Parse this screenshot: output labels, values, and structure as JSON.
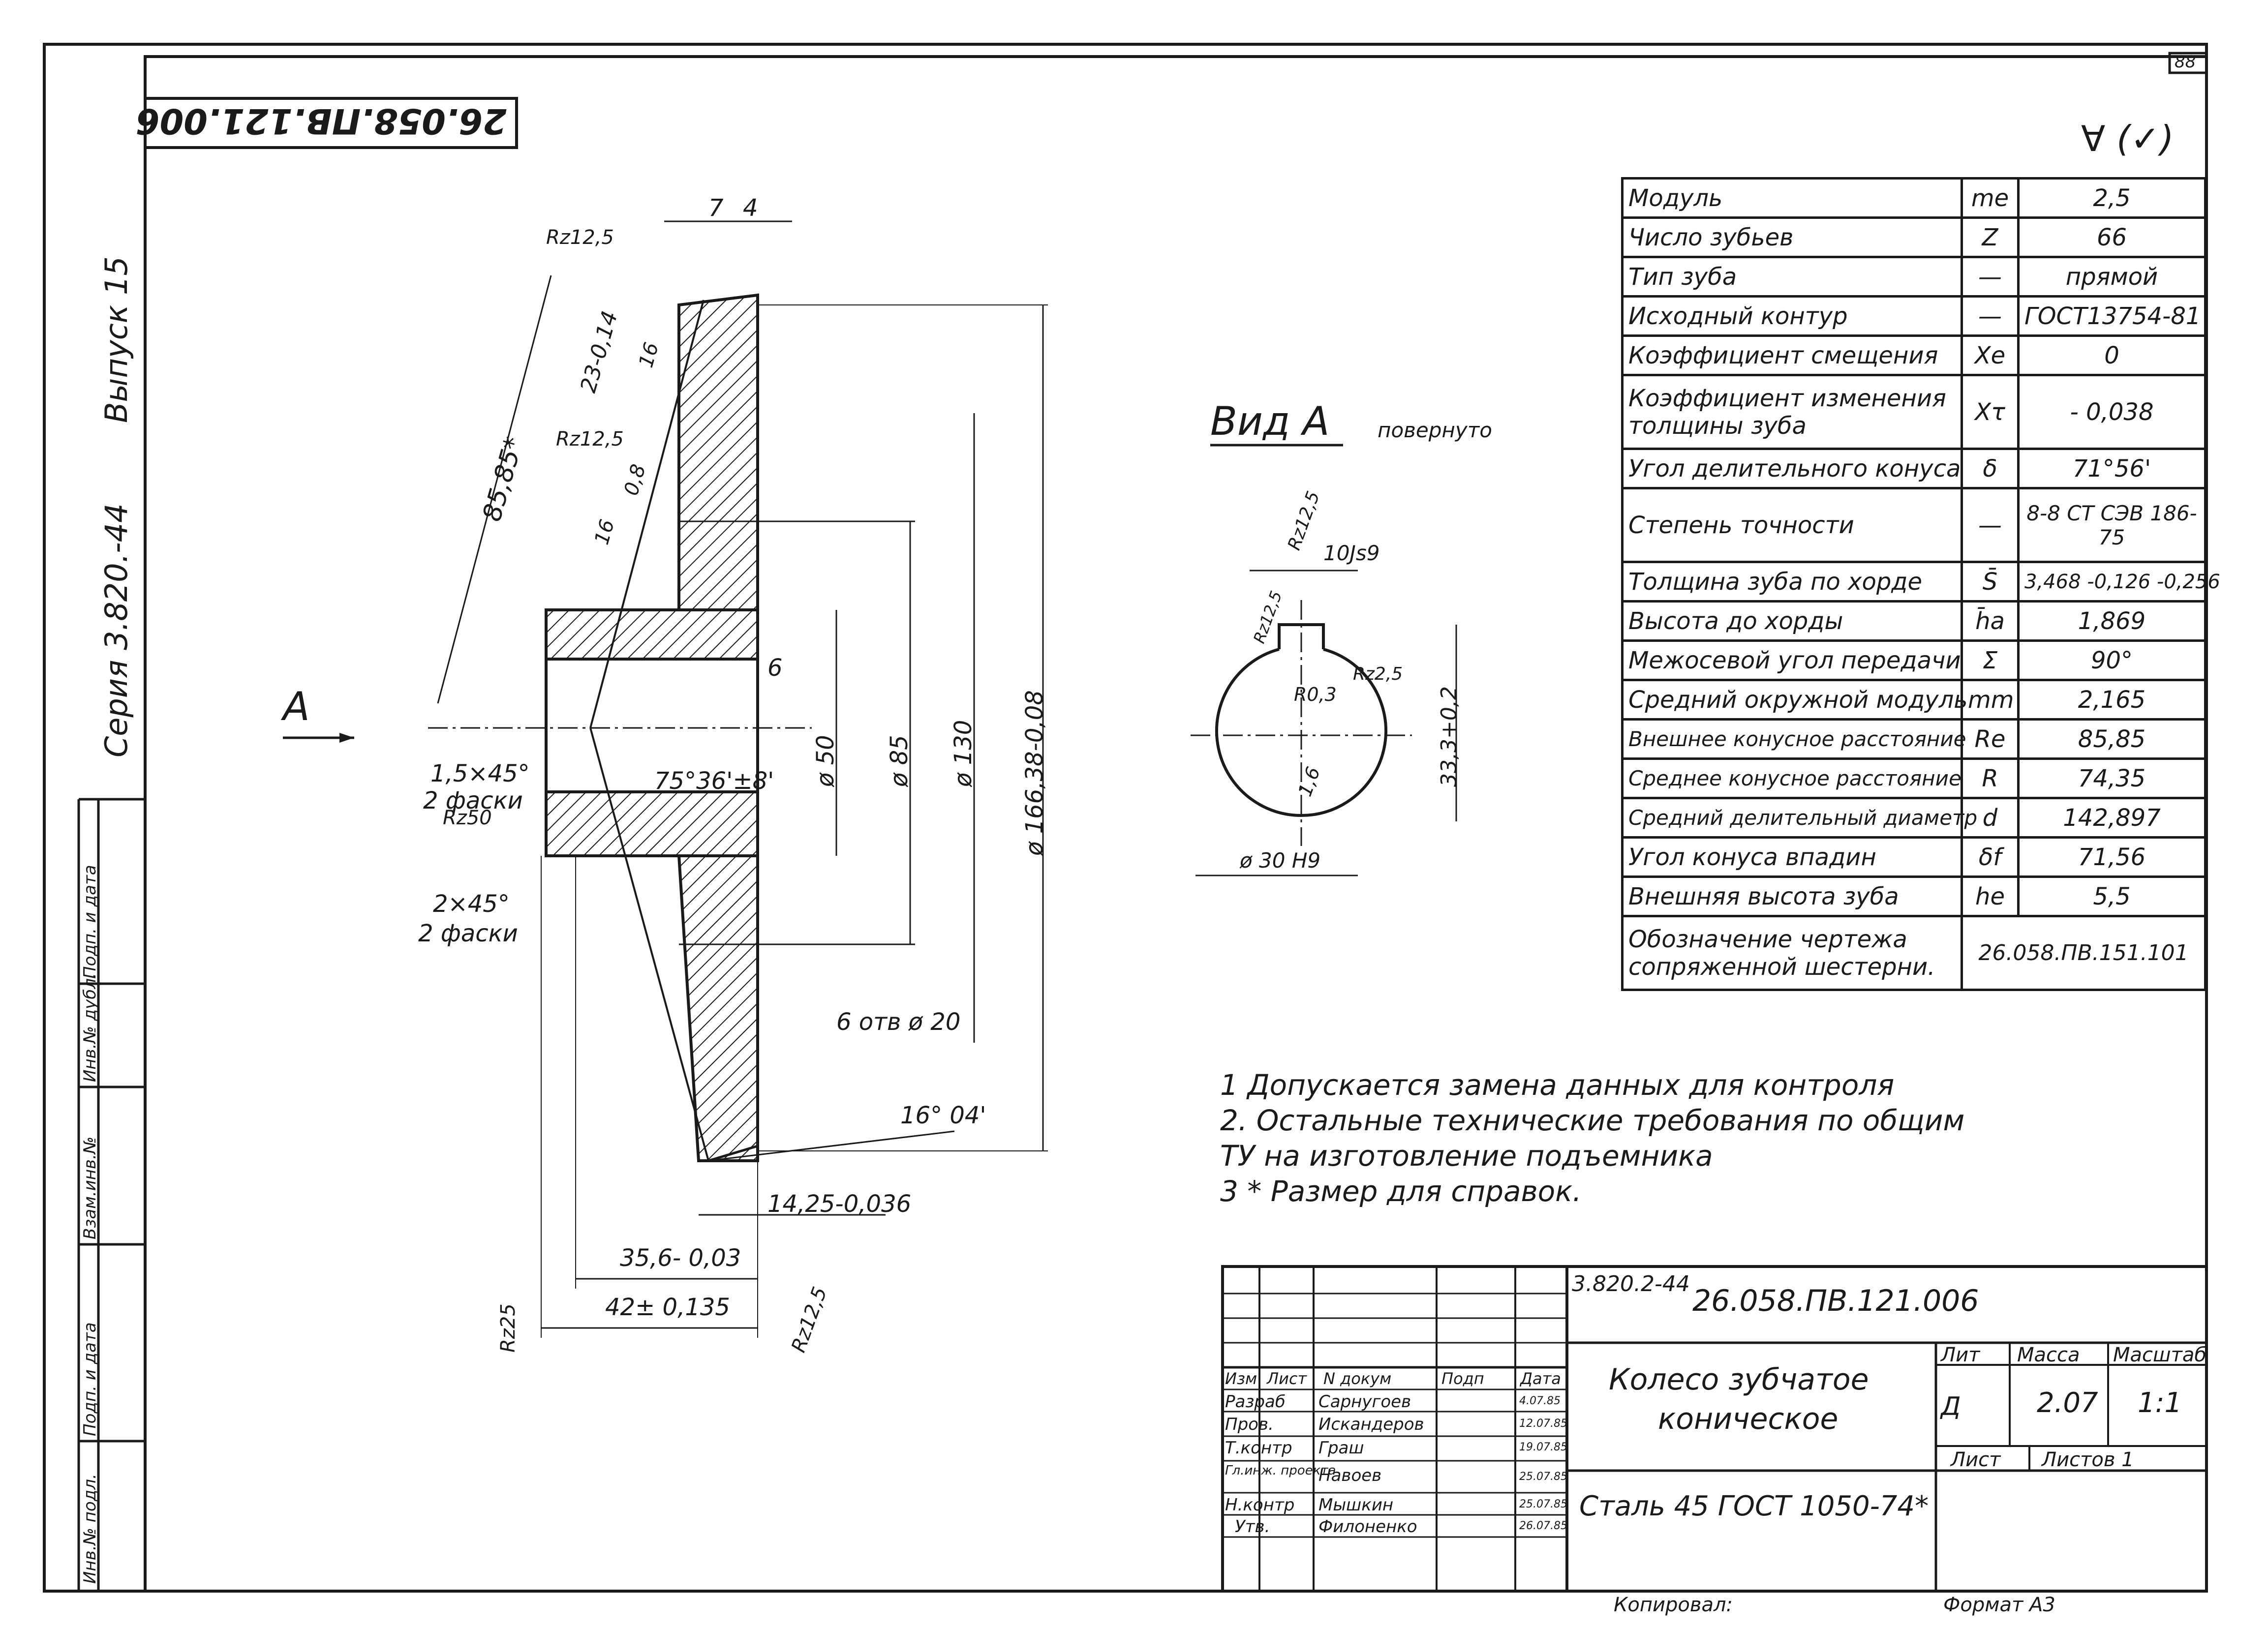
{
  "sheet": {
    "sheet_number": "88",
    "top_code_mirrored": "26.058.ПВ.121.006",
    "side_series": "Серия 3.820.-44",
    "side_issue": "Выпуск 15",
    "roughness_general": "∀ (✓)"
  },
  "drawing": {
    "view_a_arrow": "A",
    "roughness": [
      "Rz12,5",
      "Rz12,5",
      "Rz50",
      "Rz25",
      "Rz12,5"
    ],
    "dims": {
      "d7": "7",
      "d4": "4",
      "len_85_85": "85,85*",
      "d23": "23-0,14",
      "ang16a": "16",
      "ang08": "0,8",
      "ang16b": "16",
      "d6": "6",
      "dia50": "ø 50",
      "dia85": "ø 85",
      "dia130": "ø 130",
      "dia166": "ø 166,38-0,08",
      "chamfer1": "1,5×45°",
      "chamfer1_note": "2 фаски",
      "angle75": "75°36'±8'",
      "chamfer2": "2×45°",
      "chamfer2_note": "2 фаски",
      "holes": "6 отв ø 20",
      "angle16_04": "16° 04'",
      "d14_25": "14,25-0,036",
      "d35_6": "35,6- 0,03",
      "d42": "42± 0,135"
    }
  },
  "view_a": {
    "title": "Вид А",
    "note": "повернуто",
    "rough_top": "Rz12,5",
    "rough_key": "Rz12,5",
    "keyway": "10Js9",
    "rough_r": "Rz2,5",
    "radius": "R0,3",
    "rough_bottom": "1,6",
    "height": "33,3+0,2",
    "bore": "ø 30 H9"
  },
  "params": [
    {
      "name": "Модуль",
      "sym": "me",
      "val": "2,5"
    },
    {
      "name": "Число зубьев",
      "sym": "Z",
      "val": "66"
    },
    {
      "name": "Тип зуба",
      "sym": "—",
      "val": "прямой"
    },
    {
      "name": "Исходный контур",
      "sym": "—",
      "val": "ГОСТ13754-81"
    },
    {
      "name": "Коэффициент смещения",
      "sym": "Xe",
      "val": "0"
    },
    {
      "name": "Коэффициент изменения толщины зуба",
      "sym": "Xτ",
      "val": "- 0,038"
    },
    {
      "name": "Угол делительного конуса",
      "sym": "δ",
      "val": "71°56'"
    },
    {
      "name": "Степень точности",
      "sym": "—",
      "val": "8-8 СТ СЭВ 186-75"
    },
    {
      "name": "Толщина зуба по хорде",
      "sym": "S̄",
      "val": "3,468 -0,126 -0,256"
    },
    {
      "name": "Высота до хорды",
      "sym": "h̄a",
      "val": "1,869"
    },
    {
      "name": "Межосевой угол передачи",
      "sym": "Σ",
      "val": "90°"
    },
    {
      "name": "Средний окружной модуль",
      "sym": "mm",
      "val": "2,165"
    },
    {
      "name": "Внешнее конусное расстояние",
      "sym": "Re",
      "val": "85,85"
    },
    {
      "name": "Среднее конусное расстояние",
      "sym": "R",
      "val": "74,35"
    },
    {
      "name": "Средний делительный диаметр",
      "sym": "d",
      "val": "142,897"
    },
    {
      "name": "Угол конуса впадин",
      "sym": "δf",
      "val": "71,56"
    },
    {
      "name": "Внешняя высота зуба",
      "sym": "he",
      "val": "5,5"
    },
    {
      "name": "Обозначение чертежа сопряженной шестерни.",
      "sym": "",
      "val": "26.058.ПВ.151.101"
    }
  ],
  "notes": [
    "1  Допускается замена данных для контроля",
    "2.  Остальные технические требования по общим",
    "     ТУ на изготовление подъемника",
    "3 * Размер для справок."
  ],
  "title_block": {
    "series": "3.820.2-44",
    "code": "26.058.ПВ.121.006",
    "name1": "Колесо зубчатое",
    "name2": "коническое",
    "material": "Сталь 45 ГОСТ 1050-74*",
    "lit_label": "Лит",
    "mass_label": "Масса",
    "scale_label": "Масштаб",
    "lit": "Д",
    "mass": "2.07",
    "scale": "1:1",
    "sheet_label": "Лист",
    "sheets_label": "Листов 1",
    "head": [
      "Изм",
      "Лист",
      "N докум",
      "Подп",
      "Дата"
    ],
    "rows": [
      {
        "role": "Разраб",
        "name": "Сарнугоев",
        "date": "4.07.85"
      },
      {
        "role": "Пров.",
        "name": "Искандеров",
        "date": "12.07.85"
      },
      {
        "role": "Т.контр",
        "name": "Граш",
        "date": "19.07.85"
      },
      {
        "role": "Гл.инж. проекта",
        "name": "Навоев",
        "date": "25.07.85"
      },
      {
        "role": "Н.контр",
        "name": "Мышкин",
        "date": "25.07.85"
      },
      {
        "role": "Утв.",
        "name": "Филоненко",
        "date": "26.07.85"
      }
    ],
    "copied": "Копировал:",
    "format": "Формат А3"
  },
  "side_stamp": [
    "Инв.№ подл.",
    "Подп. и дата",
    "Взам.инв.№",
    "Инв.№ дубл.",
    "Подп. и дата"
  ]
}
